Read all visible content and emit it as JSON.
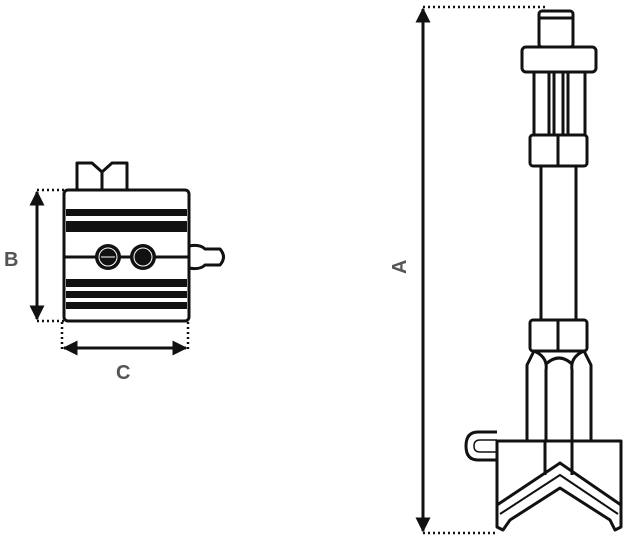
{
  "dimensions": {
    "a_label": "A",
    "b_label": "B",
    "c_label": "C"
  },
  "colors": {
    "line": "#111111",
    "label": "#555555"
  }
}
